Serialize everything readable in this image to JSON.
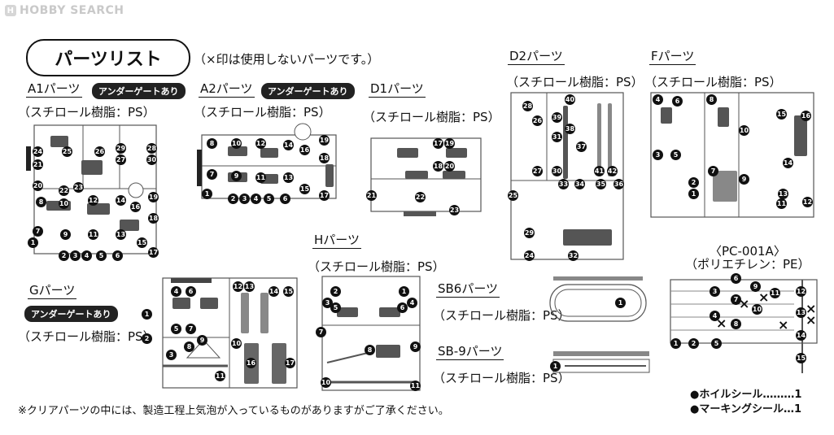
{
  "logo": {
    "text": "HOBBY SEARCH"
  },
  "title": "パーツリスト",
  "title_note": "（×印は使用しないパーツです。）",
  "sections": {
    "a1": {
      "label": "A1パーツ",
      "badge": "アンダーゲートあり",
      "material": "（スチロール樹脂：PS）",
      "numbers": [
        "24",
        "25",
        "26",
        "21",
        "29",
        "27",
        "28",
        "30",
        "20",
        "22",
        "23",
        "12",
        "14",
        "16",
        "18",
        "19",
        "7",
        "9",
        "11",
        "13",
        "15",
        "17",
        "1",
        "2",
        "3",
        "4",
        "5",
        "6",
        "8",
        "10"
      ]
    },
    "a2": {
      "label": "A2パーツ",
      "badge": "アンダーゲートあり",
      "material": "（スチロール樹脂：PS）",
      "numbers": [
        "8",
        "10",
        "12",
        "14",
        "19",
        "16",
        "18",
        "7",
        "9",
        "11",
        "13",
        "15",
        "17",
        "1",
        "2",
        "3",
        "4",
        "5",
        "6"
      ]
    },
    "d1": {
      "label": "D1パーツ",
      "material": "（スチロール樹脂：PS）",
      "numbers": [
        "17",
        "19",
        "18",
        "20",
        "21",
        "22",
        "23"
      ]
    },
    "d2": {
      "label": "D2パーツ",
      "material": "（スチロール樹脂：PS）",
      "numbers": [
        "40",
        "28",
        "26",
        "39",
        "38",
        "31",
        "37",
        "27",
        "30",
        "41",
        "42",
        "33",
        "34",
        "35",
        "36",
        "25",
        "29",
        "24",
        "32"
      ]
    },
    "f": {
      "label": "Fパーツ",
      "material": "（スチロール樹脂：PS）",
      "numbers": [
        "4",
        "6",
        "8",
        "15",
        "16",
        "10",
        "3",
        "5",
        "14",
        "2",
        "1",
        "7",
        "9",
        "13",
        "11",
        "12"
      ]
    },
    "h": {
      "label": "Hパーツ",
      "material": "（スチロール樹脂：PS）",
      "numbers": [
        "2",
        "1",
        "3",
        "4",
        "5",
        "6",
        "7",
        "8",
        "9",
        "10",
        "11"
      ]
    },
    "g": {
      "label": "Gパーツ",
      "badge": "アンダーゲートあり",
      "material": "（スチロール樹脂：PS）",
      "numbers": [
        "4",
        "6",
        "12",
        "13",
        "14",
        "15",
        "1",
        "2",
        "3",
        "5",
        "7",
        "8",
        "9",
        "10",
        "11",
        "16",
        "17"
      ]
    },
    "sb6": {
      "label": "SB6パーツ",
      "material": "（スチロール樹脂：PS）",
      "numbers": [
        "1"
      ]
    },
    "sb9": {
      "label": "SB-9パーツ",
      "material": "（スチロール樹脂：PS）",
      "numbers": [
        "1"
      ]
    },
    "pc": {
      "label": "〈PC-001A〉",
      "material": "（ポリエチレン：PE）",
      "numbers": [
        "6",
        "3",
        "9",
        "7",
        "8",
        "10",
        "11",
        "12",
        "13",
        "1",
        "4",
        "14",
        "2",
        "5",
        "15"
      ],
      "x_mark": "×"
    }
  },
  "seals": [
    {
      "text": "●ホイルシール………1"
    },
    {
      "text": "●マーキングシール…1"
    }
  ],
  "footer": "※クリアパーツの中には、製造工程上気泡が入っているものがありますがご了承ください。"
}
